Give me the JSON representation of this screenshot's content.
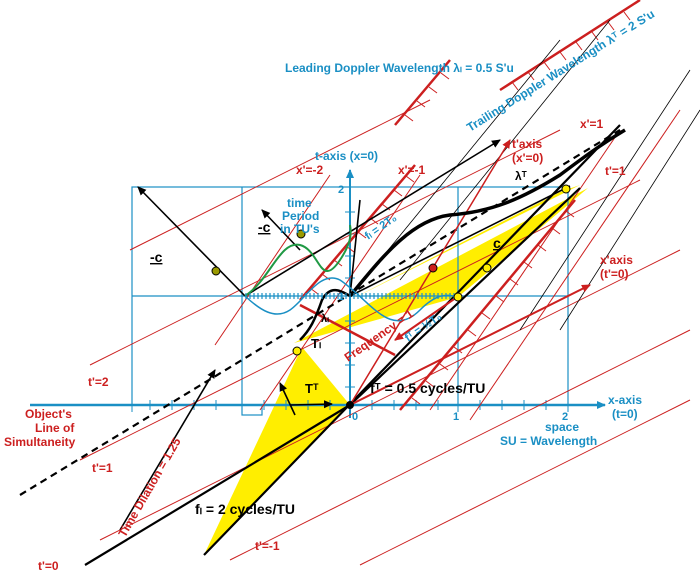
{
  "colors": {
    "red": "#cc1f1f",
    "blue": "#1a8fc4",
    "black": "#000000",
    "yellow": "#ffee00",
    "green": "#1f9944",
    "olive": "#9a9a00"
  },
  "labels": {
    "leading": "Leading Doppler Wavelength λₗ = 0.5 S'u",
    "trailing": "Trailing Doppler Wavelength λᵀ = 2 S'u",
    "taxis": "t-axis (x=0)",
    "tprime_axis": "t'axis",
    "tprime_axis_sub": "(x'=0)",
    "xprime_axis": "x'axis",
    "xprime_axis_sub": "(t'=0)",
    "xaxis": "x-axis",
    "xaxis_sub": "(t=0)",
    "space": "space",
    "su": "SU = Wavelength",
    "time_period_1": "time",
    "time_period_2": "Period",
    "time_period_3": "in TU's",
    "minus_c_1": "-c",
    "minus_c_2": "-c",
    "c": "c",
    "lambda_t": "λᵀ",
    "lambda_l": "λₗ",
    "t_l": "Tₗ",
    "t_t": "Tᵀ",
    "fl_2t0": "fₗ = 2T₀",
    "ft_half_t0": "fᵀ = ½T₀",
    "frequency": "Frequency = 1",
    "ft_cycles": "fᵀ = 0.5 cycles/TU",
    "fl_cycles": "fₗ = 2 cycles/TU",
    "time_dilation": "Time Dilation = 1.25",
    "object_line_1": "Object's",
    "object_line_2": "Line of",
    "object_line_3": "Simultaneity",
    "xp_m2": "x'=-2",
    "xp_m1": "x'=-1",
    "xp_1": "x'=1",
    "tp_1_right": "t'=1",
    "tp_2": "t'=2",
    "tp_1_left": "t'=1",
    "tp_0": "t'=0",
    "tp_m1": "t'=-1",
    "tick_0": "0",
    "tick_1": "1",
    "tick_2": "2",
    "tick_t1": "1",
    "tick_t2": "2"
  }
}
